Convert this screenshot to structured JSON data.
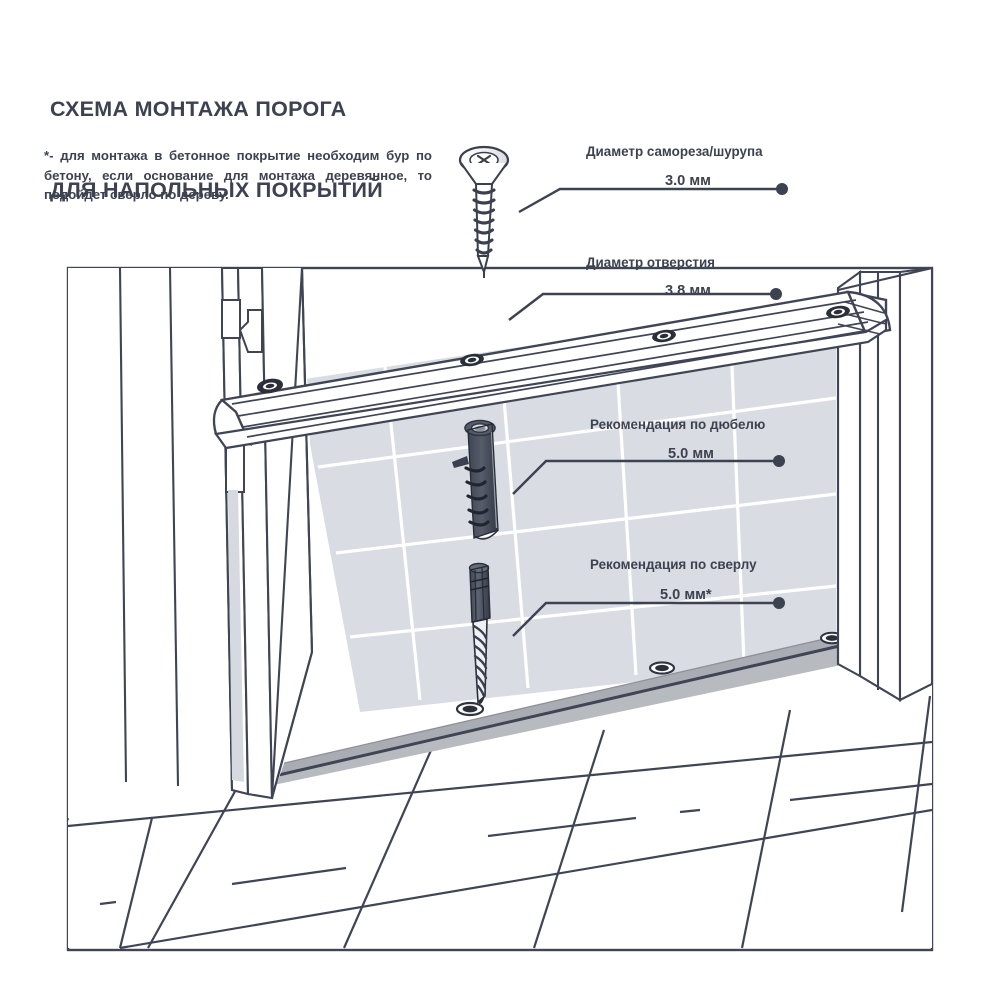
{
  "title": {
    "line1": "СХЕМА МОНТАЖА ПОРОГА",
    "line2": "ДЛЯ НАПОЛЬНЫХ ПОКРЫТИЙ"
  },
  "footnote": {
    "text": "*- для монтажа в бетонное покрытие необходим бур по бетону, если основание для монтажа деревянное, то подойдет сверло по дереву."
  },
  "callouts": [
    {
      "id": "screw-diameter",
      "label": "Диаметр самореза/шурупа",
      "value": "3.0 мм",
      "icon": "screw-icon"
    },
    {
      "id": "hole-diameter",
      "label": "Диаметр отверстия",
      "value": "3.8 мм",
      "icon": "threshold-strip-icon"
    },
    {
      "id": "dowel-recommendation",
      "label": "Рекомендация по дюбелю",
      "value": "5.0 мм",
      "icon": "wall-plug-icon"
    },
    {
      "id": "drill-recommendation",
      "label": "Рекомендация по сверлу",
      "value": "5.0 мм*",
      "icon": "drill-bit-icon"
    }
  ],
  "colors": {
    "ink": "#3c4250",
    "line": "#3f4555",
    "tile_fill": "#d6d9e0",
    "tile_fill_light": "#dfe2e8",
    "grout": "#ffffff",
    "metal_dark": "#474d5c",
    "metal_mid": "#6d7382",
    "threshold_band": "#b4b7bc",
    "white": "#ffffff",
    "dot": "#3c4250"
  },
  "scene": {
    "door_frame_label": "door-frame",
    "tiled_floor_label": "tiled-floor",
    "laminate_floor_label": "laminate-floor",
    "threshold_strip_label": "threshold-profile",
    "screw_holes_count": 4
  }
}
